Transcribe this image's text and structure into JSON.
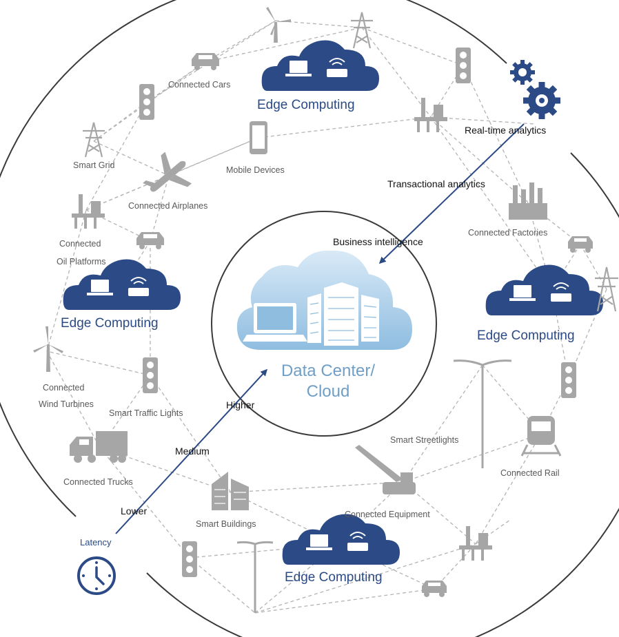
{
  "center": {
    "line1": "Data Center/",
    "line2": "Cloud"
  },
  "edge_nodes": [
    "Edge Computing",
    "Edge Computing",
    "Edge Computing",
    "Edge Computing"
  ],
  "devices": {
    "connected_cars": "Connected Cars",
    "smart_grid": "Smart Grid",
    "mobile_devices": "Mobile Devices",
    "connected_airplanes": "Connected Airplanes",
    "connected_oil_platforms_1": "Connected",
    "connected_oil_platforms_2": "Oil Platforms",
    "connected_factories": "Connected Factories",
    "connected_wind_turbines_1": "Connected",
    "connected_wind_turbines_2": "Wind Turbines",
    "smart_traffic_lights": "Smart Traffic Lights",
    "connected_trucks": "Connected Trucks",
    "smart_streetlights": "Smart Streetlights",
    "connected_rail": "Connected Rail",
    "connected_equipment": "Connected Equipment",
    "smart_buildings": "Smart Buildings"
  },
  "analytics": {
    "realtime": "Real-time analytics",
    "transactional": "Transactional analytics",
    "business": "Business intelligence"
  },
  "latency": {
    "label": "Latency",
    "higher": "Higher",
    "medium": "Medium",
    "lower": "Lower"
  },
  "colors": {
    "navy": "#2b4a86",
    "cloud_light": "#a9cdea",
    "gray_icon": "#a6a6a6",
    "dash": "#b3b3b3",
    "text_gray": "#595959"
  }
}
